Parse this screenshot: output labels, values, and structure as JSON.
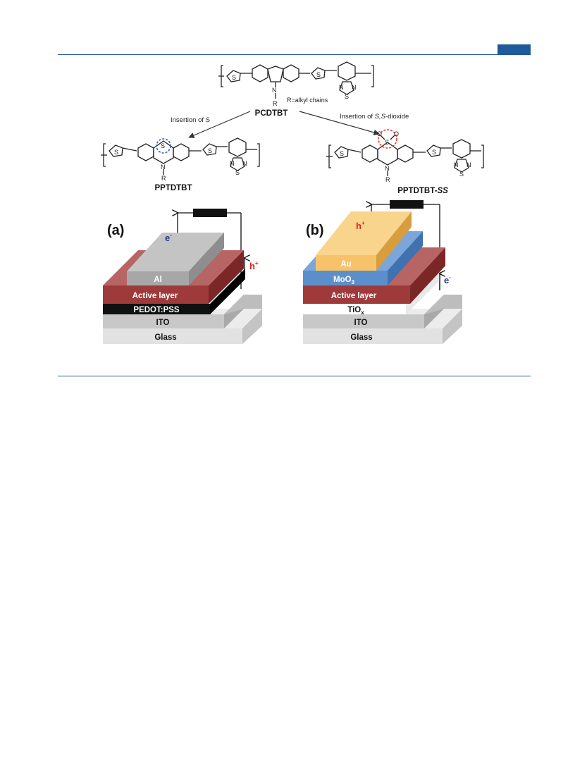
{
  "header": {
    "accent_color": "#1f5a9a"
  },
  "chemistry": {
    "parent": {
      "name": "PCDTBT",
      "substituent": "R=alkyl chains",
      "n": "N",
      "r": "R"
    },
    "left_arrow": {
      "label": "Insertion of S"
    },
    "right_arrow": {
      "label_prefix": "Insertion of ",
      "label_italic": "S,S",
      "label_suffix": "-dioxide"
    },
    "product_left": {
      "name": "PPTDTBT",
      "bridge_atom": "S",
      "n": "N",
      "r": "R"
    },
    "product_right": {
      "name_main": "PPTDTBT-",
      "name_italic": "SS",
      "bridge_atom": "S",
      "oxygen": "O",
      "n": "N",
      "r": "R"
    },
    "thiophene_atom": "S",
    "btd_n": "N",
    "btd_s": "S",
    "circle_colors": {
      "left": "#3a5bb8",
      "right": "#e03a2e"
    }
  },
  "device_a": {
    "panel_label": "(a)",
    "electron": "e",
    "electron_sup": "-",
    "hole": "h",
    "hole_sup": "+",
    "layers": [
      {
        "name": "Al",
        "color": "#a7a7a7"
      },
      {
        "name": "Active layer",
        "color": "#9e3a3a"
      },
      {
        "name": "PEDOT:PSS",
        "color": "#111111"
      },
      {
        "name": "ITO",
        "color": "#c8c8c8"
      },
      {
        "name": "Glass",
        "color": "#e2e2e2"
      }
    ]
  },
  "device_b": {
    "panel_label": "(b)",
    "electron": "e",
    "electron_sup": "-",
    "hole": "h",
    "hole_sup": "+",
    "layers": [
      {
        "name": "Au",
        "color": "#f6c36a"
      },
      {
        "name": "MoO",
        "sub": "3",
        "color": "#5b8fcc"
      },
      {
        "name": "Active layer",
        "color": "#9e3a3a"
      },
      {
        "name": "TiO",
        "sub": "x",
        "color": "#ffffff"
      },
      {
        "name": "ITO",
        "color": "#c8c8c8"
      },
      {
        "name": "Glass",
        "color": "#e2e2e2"
      }
    ]
  }
}
